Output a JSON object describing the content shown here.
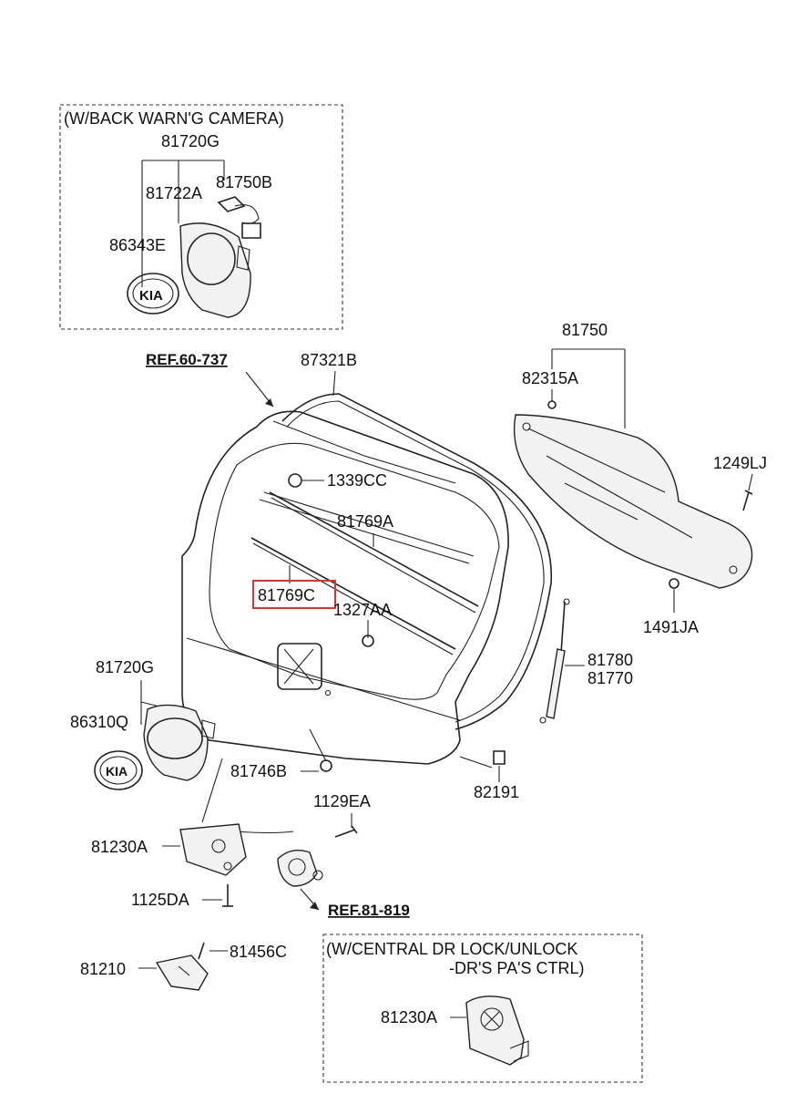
{
  "boxes": {
    "camera_box_title": "(W/BACK WARN'G CAMERA)",
    "lock_box_title_line1": "(W/CENTRAL DR LOCK/UNLOCK",
    "lock_box_title_line2": "-DR'S  PA'S CTRL)"
  },
  "refs": {
    "ref_60_737": "REF.60-737",
    "ref_81_819": "REF.81-819"
  },
  "labels": {
    "p81720G_top": "81720G",
    "p81722A": "81722A",
    "p81750B": "81750B",
    "p86343E": "86343E",
    "p87321B": "87321B",
    "p81750": "81750",
    "p82315A": "82315A",
    "p1249LJ": "1249LJ",
    "p1339CC": "1339CC",
    "p81769A": "81769A",
    "p81769C": "81769C",
    "p1327AA": "1327AA",
    "p1491JA": "1491JA",
    "p81780": "81780",
    "p81770": "81770",
    "p81720G_mid": "81720G",
    "p86310Q": "86310Q",
    "p81746B": "81746B",
    "p82191": "82191",
    "p1129EA": "1129EA",
    "p81230A": "81230A",
    "p1125DA": "1125DA",
    "p81210": "81210",
    "p81456C": "81456C",
    "p81230A_box": "81230A"
  },
  "emblem_text": "KIA",
  "highlight_color": "#e53030"
}
